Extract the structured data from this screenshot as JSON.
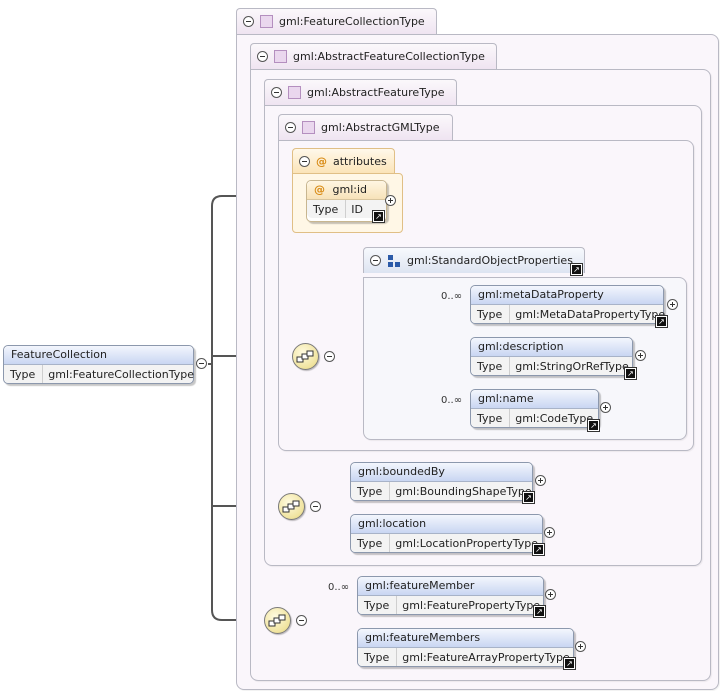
{
  "root": {
    "name": "FeatureCollection",
    "type_key": "Type",
    "type_value": "gml:FeatureCollectionType"
  },
  "types": {
    "feature_collection_type": "gml:FeatureCollectionType",
    "abstract_feature_collection_type": "gml:AbstractFeatureCollectionType",
    "abstract_feature_type": "gml:AbstractFeatureType",
    "abstract_gml_type": "gml:AbstractGMLType"
  },
  "attributes": {
    "title": "attributes",
    "at_symbol": "@",
    "id_name": "gml:id",
    "id_type_key": "Type",
    "id_type_value": "ID"
  },
  "group": {
    "name": "gml:StandardObjectProperties"
  },
  "elements": {
    "metaDataProperty": {
      "name": "gml:metaDataProperty",
      "type_key": "Type",
      "type_value": "gml:MetaDataPropertyType",
      "cardinality": "0..∞"
    },
    "description": {
      "name": "gml:description",
      "type_key": "Type",
      "type_value": "gml:StringOrRefType"
    },
    "name": {
      "name": "gml:name",
      "type_key": "Type",
      "type_value": "gml:CodeType",
      "cardinality": "0..∞"
    },
    "boundedBy": {
      "name": "gml:boundedBy",
      "type_key": "Type",
      "type_value": "gml:BoundingShapeType"
    },
    "location": {
      "name": "gml:location",
      "type_key": "Type",
      "type_value": "gml:LocationPropertyType"
    },
    "featureMember": {
      "name": "gml:featureMember",
      "type_key": "Type",
      "type_value": "gml:FeaturePropertyType",
      "cardinality": "0..∞"
    },
    "featureMembers": {
      "name": "gml:featureMembers",
      "type_key": "Type",
      "type_value": "gml:FeatureArrayPropertyType"
    }
  },
  "colors": {
    "frame_border": "#b9b9c4",
    "frame_fill": "#faf6fb",
    "element_header": "#c9d6f2",
    "attribute_fill": "#fff7e6",
    "sequence_fill": "#f0e39e"
  }
}
